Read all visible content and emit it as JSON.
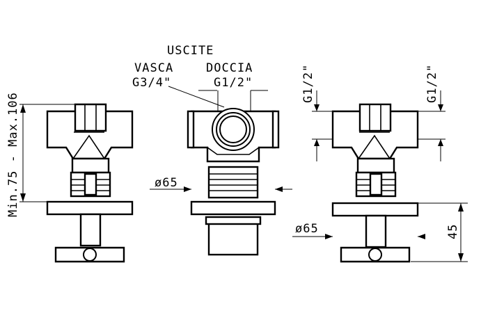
{
  "labels": {
    "outlets": "USCITE",
    "bath": "VASCA",
    "shower": "DOCCIA",
    "bath_thread": "G3/4\"",
    "shower_thread": "G1/2\"",
    "range": "Min.75 - Max.106",
    "diameter_center": "ø65",
    "diameter_right": "ø65",
    "thread_right_a": "G1/2\"",
    "thread_right_b": "G1/2\"",
    "height_right": "45"
  }
}
